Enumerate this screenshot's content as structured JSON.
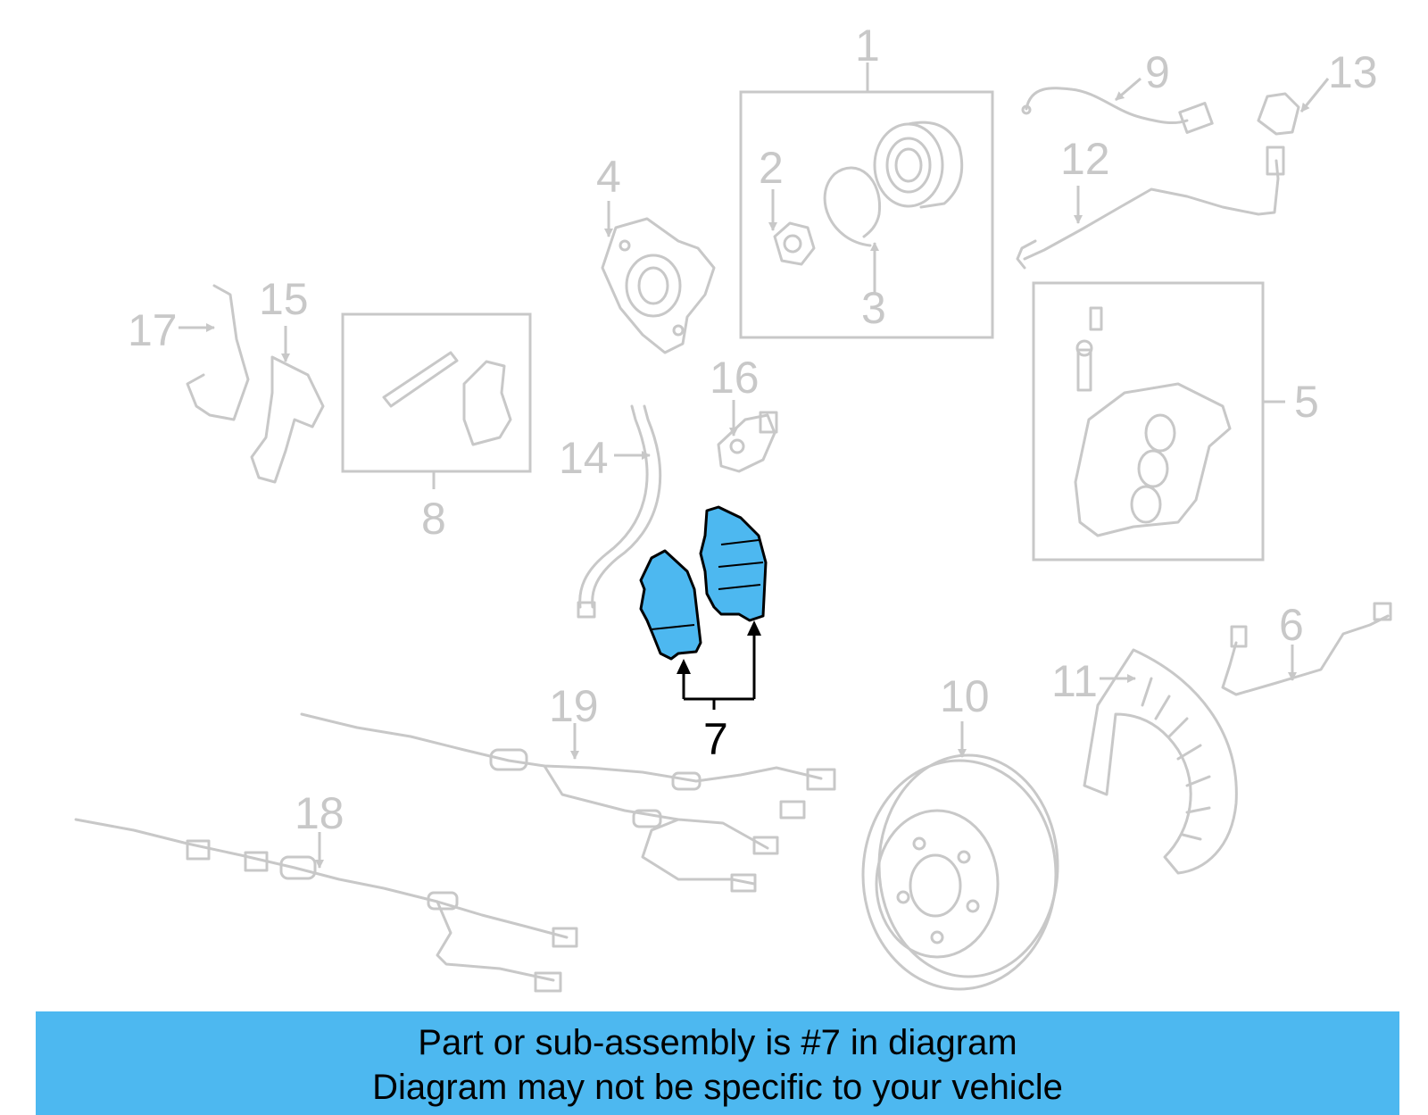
{
  "callouts": {
    "c1": "1",
    "c2": "2",
    "c3": "3",
    "c4": "4",
    "c5": "5",
    "c6": "6",
    "c7": "7",
    "c8": "8",
    "c9": "9",
    "c10": "10",
    "c11": "11",
    "c12": "12",
    "c13": "13",
    "c14": "14",
    "c15": "15",
    "c16": "16",
    "c17": "17",
    "c18": "18",
    "c19": "19"
  },
  "highlighted_part": "7",
  "banner": {
    "line1": "Part or sub-assembly is #7 in diagram",
    "line2": "Diagram may not be specific to your vehicle"
  },
  "colors": {
    "highlight": "#4db8f0",
    "faded_part": "#c8c8c8",
    "banner_bg": "#4db8f0"
  }
}
